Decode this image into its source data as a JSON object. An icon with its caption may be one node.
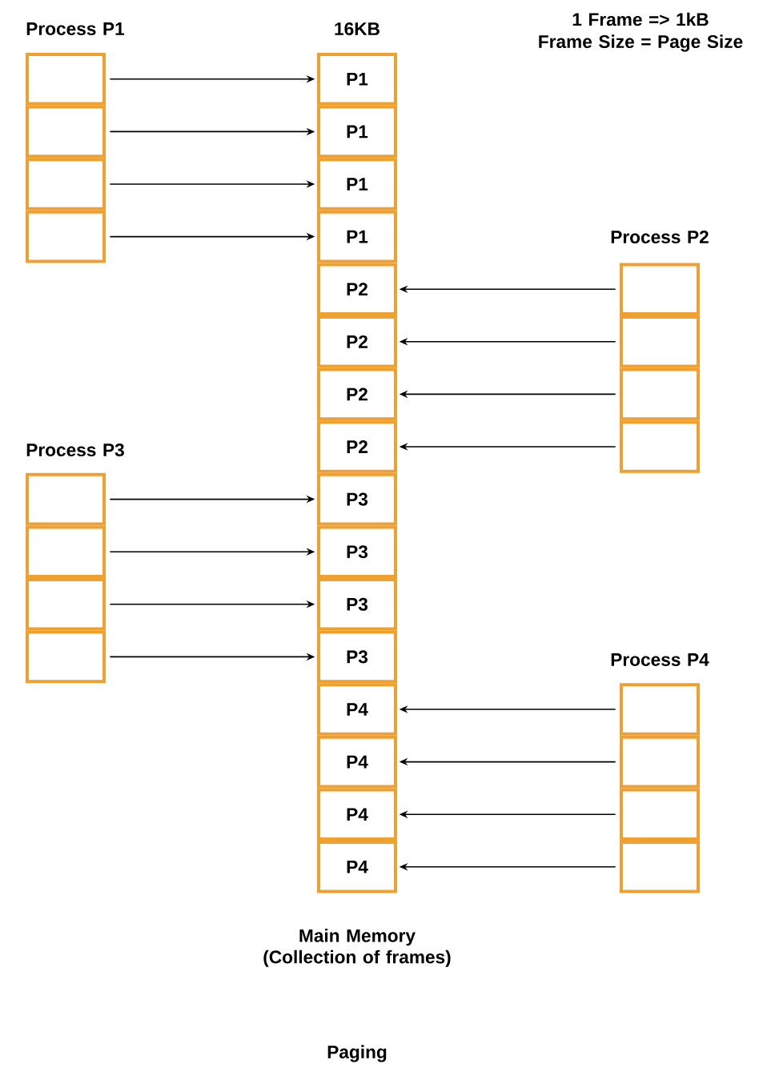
{
  "diagram": {
    "caption": "Paging",
    "nodes": [
      {
        "text": [
          "P1"
        ]
      },
      {
        "text": [
          "P1"
        ]
      },
      {
        "text": [
          "P1"
        ]
      },
      {
        "text": [
          "P1"
        ]
      },
      {
        "text": [
          "P2"
        ]
      },
      {
        "text": [
          "P2"
        ]
      },
      {
        "text": [
          "P2"
        ]
      },
      {
        "text": [
          "P2"
        ]
      },
      {
        "text": [
          "P3"
        ]
      },
      {
        "text": [
          "P3"
        ]
      },
      {
        "text": [
          "P3"
        ]
      },
      {
        "text": [
          "P3"
        ]
      },
      {
        "text": [
          "P4"
        ]
      },
      {
        "text": [
          "P4"
        ]
      },
      {
        "text": [
          "P4"
        ]
      },
      {
        "text": [
          "P4"
        ]
      },
      {
        "text": [],
        "shape": "box"
      },
      {
        "text": [],
        "shape": "box"
      },
      {
        "text": [],
        "shape": "box"
      },
      {
        "text": [],
        "shape": "box"
      },
      {
        "text": [],
        "shape": "box"
      },
      {
        "text": [],
        "shape": "box"
      },
      {
        "text": [],
        "shape": "box"
      },
      {
        "text": [],
        "shape": "box"
      },
      {
        "text": [],
        "shape": "box"
      },
      {
        "text": [],
        "shape": "box"
      },
      {
        "text": [],
        "shape": "box"
      },
      {
        "text": [],
        "shape": "box"
      },
      {
        "text": [],
        "shape": "box"
      },
      {
        "text": [],
        "shape": "box"
      },
      {
        "text": [],
        "shape": "box"
      },
      {
        "text": [],
        "shape": "box"
      }
    ],
    "edges": [
      {
        "from": 16,
        "to": 0,
        "arrow": "to"
      },
      {
        "from": 17,
        "to": 1,
        "arrow": "to"
      },
      {
        "from": 18,
        "to": 2,
        "arrow": "to"
      },
      {
        "from": 19,
        "to": 3,
        "arrow": "to"
      },
      {
        "from": 20,
        "to": 4,
        "arrow": "to"
      },
      {
        "from": 21,
        "to": 5,
        "arrow": "to"
      },
      {
        "from": 22,
        "to": 6,
        "arrow": "to"
      },
      {
        "from": 23,
        "to": 7,
        "arrow": "to"
      },
      {
        "from": 24,
        "to": 8,
        "arrow": "to"
      },
      {
        "from": 25,
        "to": 9,
        "arrow": "to"
      },
      {
        "from": 26,
        "to": 10,
        "arrow": "to"
      },
      {
        "from": 27,
        "to": 11,
        "arrow": "to"
      },
      {
        "from": 28,
        "to": 12,
        "arrow": "to"
      },
      {
        "from": 29,
        "to": 13,
        "arrow": "to"
      },
      {
        "from": 30,
        "to": 14,
        "arrow": "to"
      },
      {
        "from": 31,
        "to": 15,
        "arrow": "to"
      }
    ],
    "labels": [
      "Process P1",
      "16KB",
      "1 Frame => 1kB",
      "Frame Size = Page Size",
      "Process P2",
      "Process P3",
      "Process P4",
      "Main Memory (Collection of frames)"
    ]
  }
}
